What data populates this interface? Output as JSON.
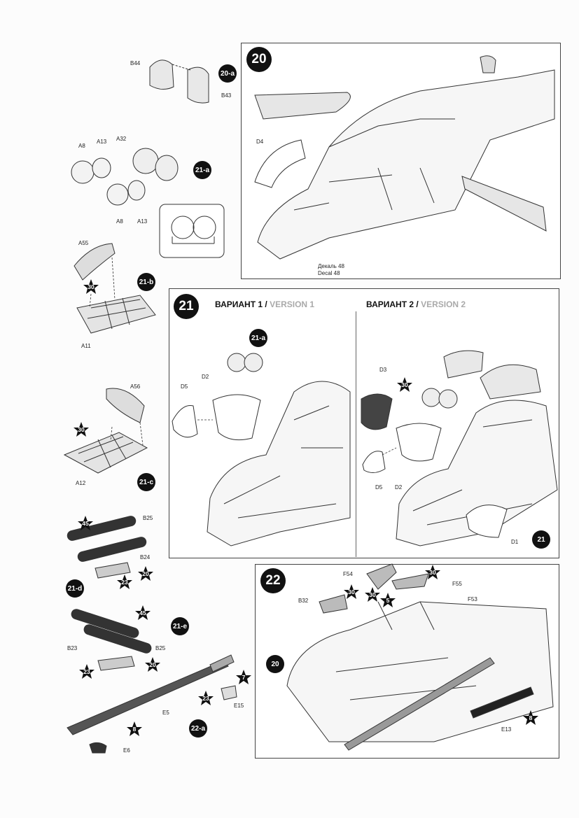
{
  "steps": {
    "s20": {
      "number": "20"
    },
    "s21": {
      "number": "21",
      "version1": {
        "ru": "ВАРИАНТ 1",
        "sep": " / ",
        "en": "VERSION 1"
      },
      "version2": {
        "ru": "ВАРИАНТ 2",
        "sep": " / ",
        "en": "VERSION 2"
      }
    },
    "s22": {
      "number": "22"
    }
  },
  "subassemblies": [
    "20-a",
    "21-a",
    "21-b",
    "21-c",
    "21-d",
    "21-e",
    "22-a"
  ],
  "part_labels": {
    "b44": "B44",
    "b43": "B43",
    "a8a": "A8",
    "a13a": "A13",
    "a32": "A32",
    "a8b": "A8",
    "a13b": "A13",
    "a55": "A55",
    "a11": "A11",
    "a56": "A56",
    "a12": "A12",
    "b25a": "B25",
    "b24": "B24",
    "b23": "B23",
    "b25b": "B25",
    "e5": "E5",
    "e6": "E6",
    "e15": "E15",
    "d4": "D4",
    "decal_ru": "Декаль 48",
    "decal_en": "Decal 48",
    "d5a": "D5",
    "d2a": "D2",
    "d3": "D3",
    "d5b": "D5",
    "d2b": "D2",
    "d1": "D1",
    "f54": "F54",
    "f55": "F55",
    "f53": "F53",
    "b32": "B32",
    "e13": "E13"
  },
  "color_callouts": {
    "c30a": "30",
    "c30b": "30",
    "c45a": "45",
    "c23a": "23",
    "c20a": "20",
    "c45b": "45",
    "c23b": "23",
    "c20b": "20",
    "c7": "7",
    "c23c": "23",
    "c8a": "8",
    "c30c": "30",
    "c30d": "30",
    "c30e": "30",
    "c30f": "30",
    "c5": "5",
    "c8b": "8"
  },
  "step_refs": {
    "r20a": "20-a",
    "r21b": "21-b",
    "r21a1": "21-a",
    "r21a2": "21-a",
    "r21c": "21-c",
    "r21e": "21-e",
    "r20": "20",
    "r22a": "22-a",
    "r21d": "21-d",
    "r21x": "21"
  },
  "colors": {
    "ink": "#111111",
    "callout": "#111111",
    "faded": "#aaaaaa"
  }
}
